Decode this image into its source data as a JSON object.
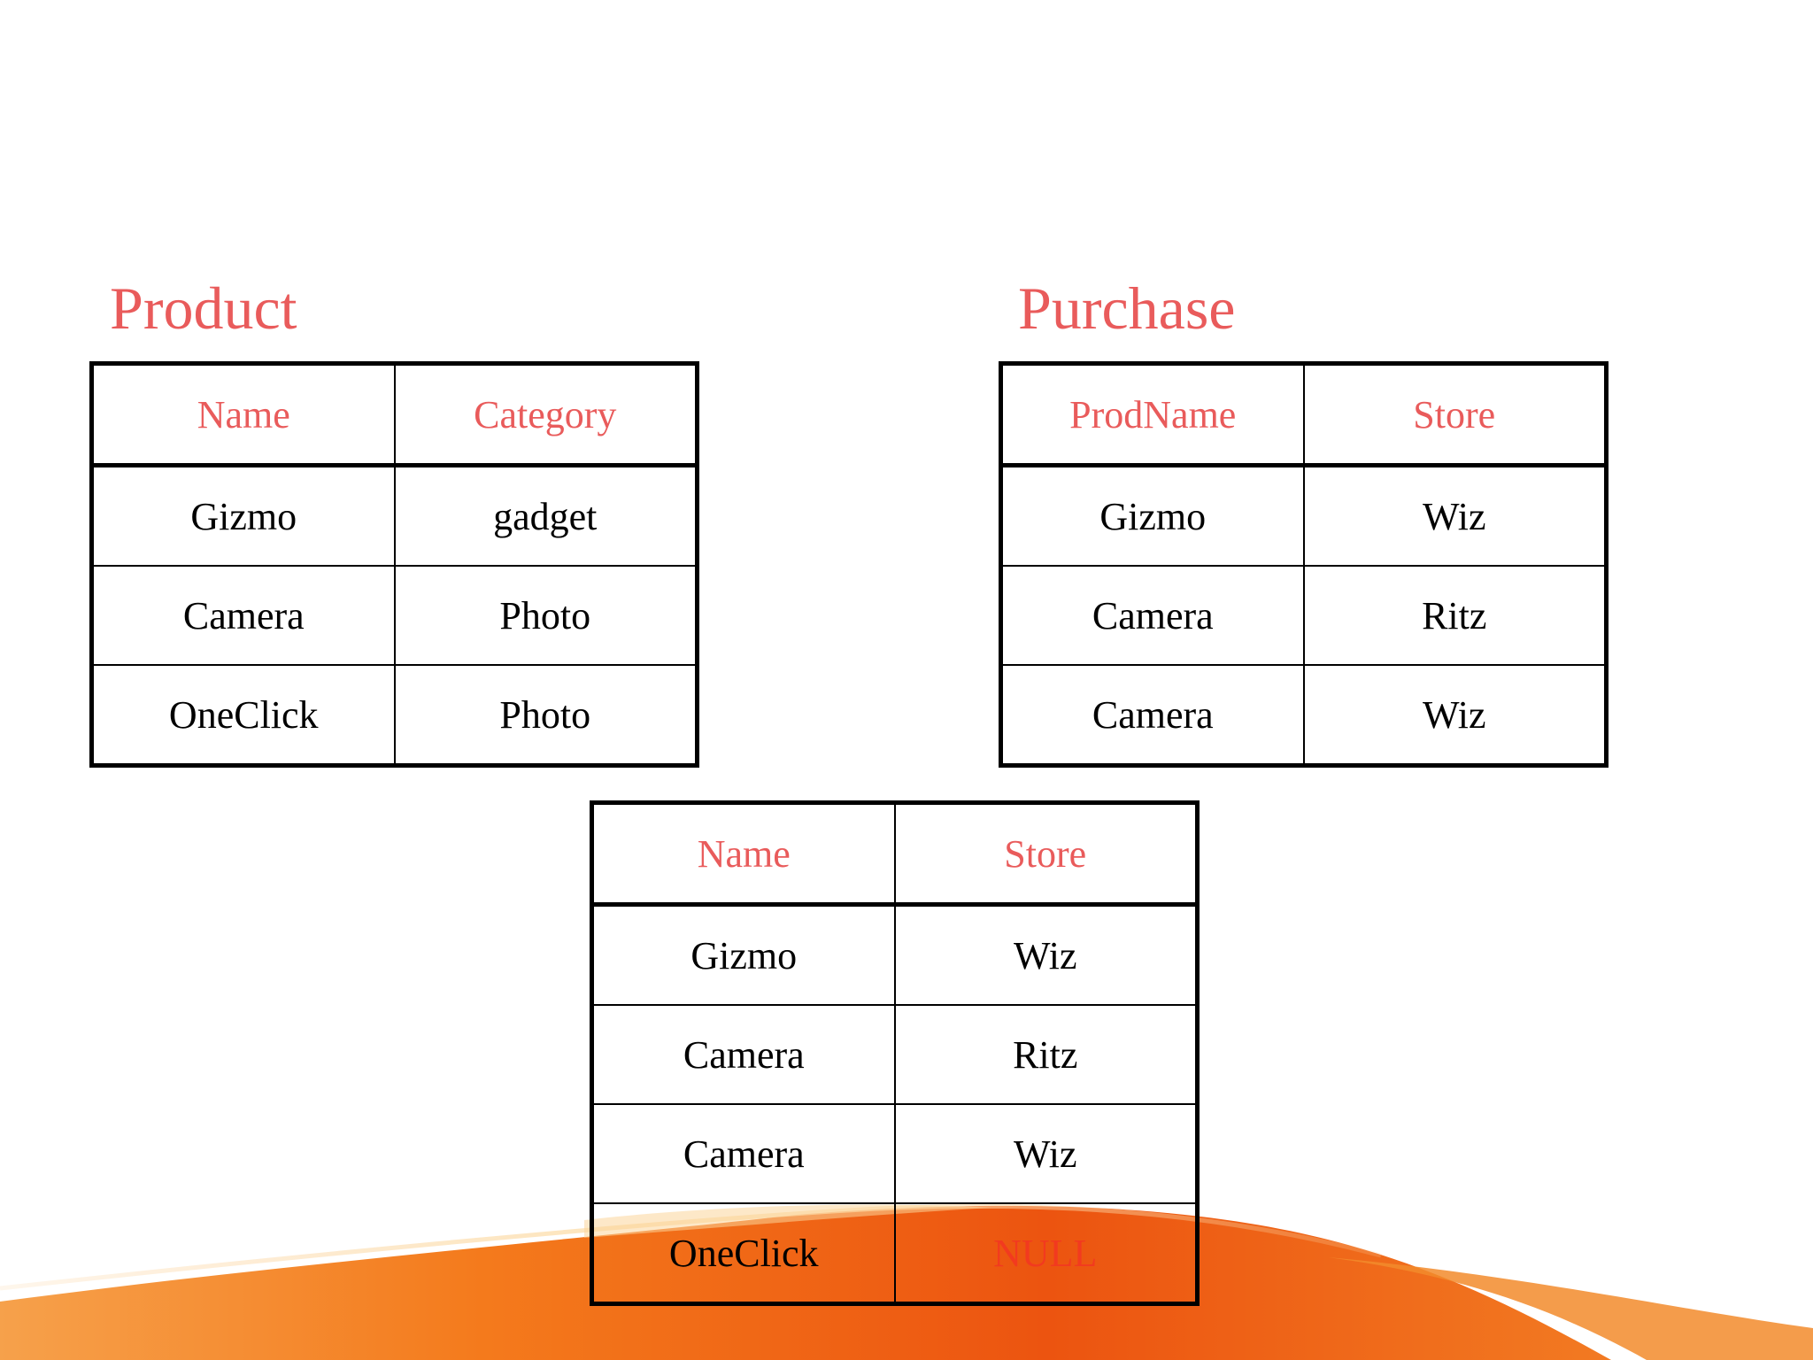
{
  "product": {
    "title": "Product",
    "headers": [
      "Name",
      "Category"
    ],
    "rows": [
      [
        "Gizmo",
        "gadget"
      ],
      [
        "Camera",
        "Photo"
      ],
      [
        "OneClick",
        "Photo"
      ]
    ]
  },
  "purchase": {
    "title": "Purchase",
    "headers": [
      "ProdName",
      "Store"
    ],
    "rows": [
      [
        "Gizmo",
        "Wiz"
      ],
      [
        "Camera",
        "Ritz"
      ],
      [
        "Camera",
        "Wiz"
      ]
    ]
  },
  "result": {
    "headers": [
      "Name",
      "Store"
    ],
    "rows": [
      [
        "Gizmo",
        "Wiz"
      ],
      [
        "Camera",
        "Ritz"
      ],
      [
        "Camera",
        "Wiz"
      ],
      [
        "OneClick",
        "NULL"
      ]
    ]
  },
  "colors": {
    "accent": "#e95b5b",
    "null_value": "#f23a1f",
    "swoosh_orange": "#f26b10",
    "swoosh_light": "#f9a64a"
  }
}
